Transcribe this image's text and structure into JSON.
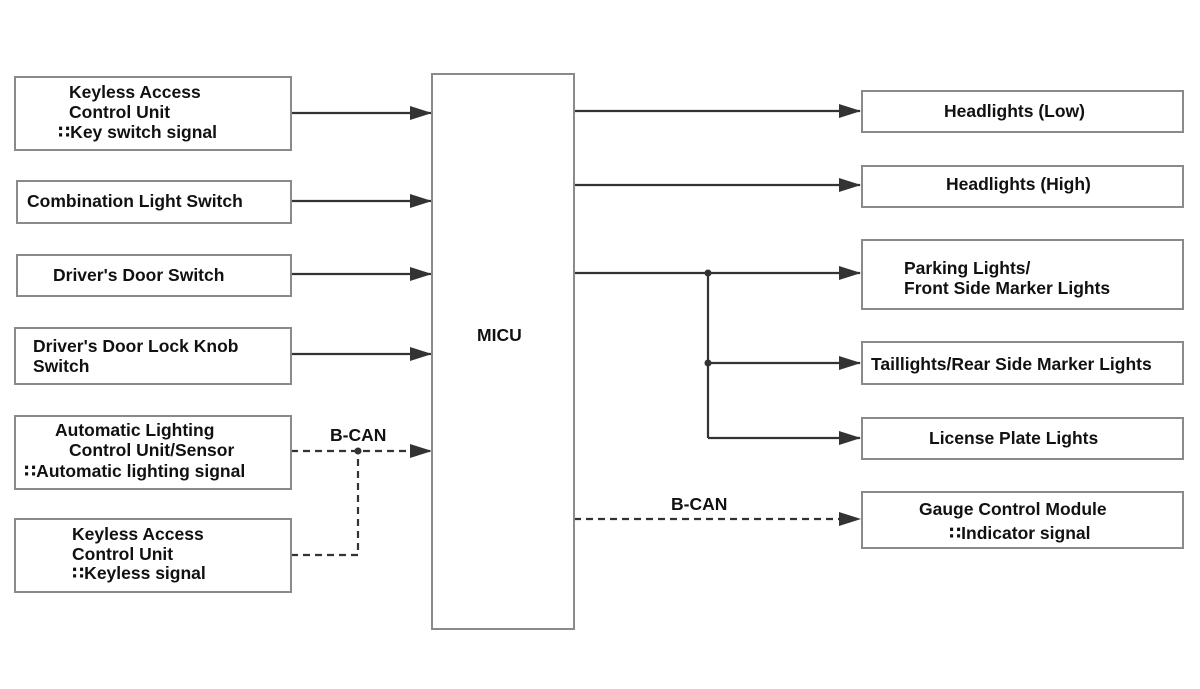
{
  "hub": {
    "label": "MICU"
  },
  "inputs": [
    {
      "name": "keyless-access-control-unit-key-switch",
      "lines": [
        "Keyless Access",
        "Control Unit",
        "∷Key switch signal"
      ]
    },
    {
      "name": "combination-light-switch",
      "lines": [
        "Combination Light Switch"
      ]
    },
    {
      "name": "drivers-door-switch",
      "lines": [
        "Driver's Door Switch"
      ]
    },
    {
      "name": "drivers-door-lock-knob-switch",
      "lines": [
        "Driver's Door Lock Knob",
        "Switch"
      ]
    },
    {
      "name": "automatic-lighting-control-unit",
      "lines": [
        "Automatic Lighting",
        "Control Unit/Sensor",
        "∷Automatic lighting signal"
      ]
    },
    {
      "name": "keyless-access-control-unit-keyless",
      "lines": [
        "Keyless Access",
        "Control Unit",
        "∷Keyless signal"
      ]
    }
  ],
  "outputs": [
    {
      "name": "headlights-low",
      "lines": [
        "Headlights (Low)"
      ]
    },
    {
      "name": "headlights-high",
      "lines": [
        "Headlights (High)"
      ]
    },
    {
      "name": "parking-lights",
      "lines": [
        "Parking Lights/",
        "Front Side Marker Lights"
      ]
    },
    {
      "name": "taillights",
      "lines": [
        "Taillights/Rear Side Marker Lights"
      ]
    },
    {
      "name": "license-plate-lights",
      "lines": [
        "License Plate Lights"
      ]
    },
    {
      "name": "gauge-control-module",
      "lines": [
        "Gauge Control Module",
        "∷Indicator signal"
      ]
    }
  ],
  "buses": {
    "input_bus_label": "B-CAN",
    "output_bus_label": "B-CAN"
  }
}
